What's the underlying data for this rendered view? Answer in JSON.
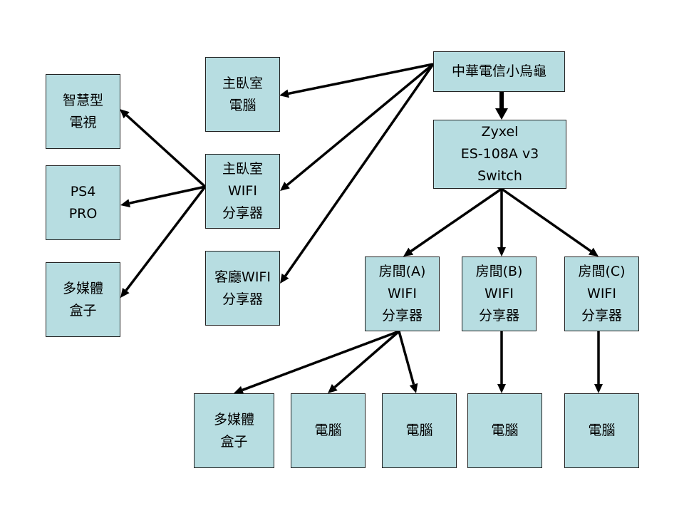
{
  "nodes": {
    "cht": {
      "label": "中華電信小烏龜"
    },
    "switch": {
      "label": "Zyxel\nES-108A v3\nSwitch"
    },
    "master_pc": {
      "label": "主臥室\n電腦"
    },
    "master_wifi": {
      "label": "主臥室\nWIFI\n分享器"
    },
    "living_wifi": {
      "label": "客廳WIFI\n分享器"
    },
    "tv": {
      "label": "智慧型\n電視"
    },
    "ps4": {
      "label": "PS4\nPRO"
    },
    "media_left": {
      "label": "多媒體\n盒子"
    },
    "room_a": {
      "label": "房間(A)\nWIFI\n分享器"
    },
    "room_b": {
      "label": "房間(B)\nWIFI\n分享器"
    },
    "room_c": {
      "label": "房間(C)\nWIFI\n分享器"
    },
    "media_a": {
      "label": "多媒體\n盒子"
    },
    "pc_a1": {
      "label": "電腦"
    },
    "pc_a2": {
      "label": "電腦"
    },
    "pc_b": {
      "label": "電腦"
    },
    "pc_c": {
      "label": "電腦"
    }
  },
  "edges": [
    [
      "cht",
      "master_pc"
    ],
    [
      "cht",
      "master_wifi"
    ],
    [
      "cht",
      "living_wifi"
    ],
    [
      "cht",
      "switch"
    ],
    [
      "master_wifi",
      "tv"
    ],
    [
      "master_wifi",
      "ps4"
    ],
    [
      "master_wifi",
      "media_left"
    ],
    [
      "switch",
      "room_a"
    ],
    [
      "switch",
      "room_b"
    ],
    [
      "switch",
      "room_c"
    ],
    [
      "room_a",
      "media_a"
    ],
    [
      "room_a",
      "pc_a1"
    ],
    [
      "room_a",
      "pc_a2"
    ],
    [
      "room_b",
      "pc_b"
    ],
    [
      "room_c",
      "pc_c"
    ]
  ],
  "colors": {
    "node_fill": "#b7dde1",
    "edge": "#000000"
  }
}
